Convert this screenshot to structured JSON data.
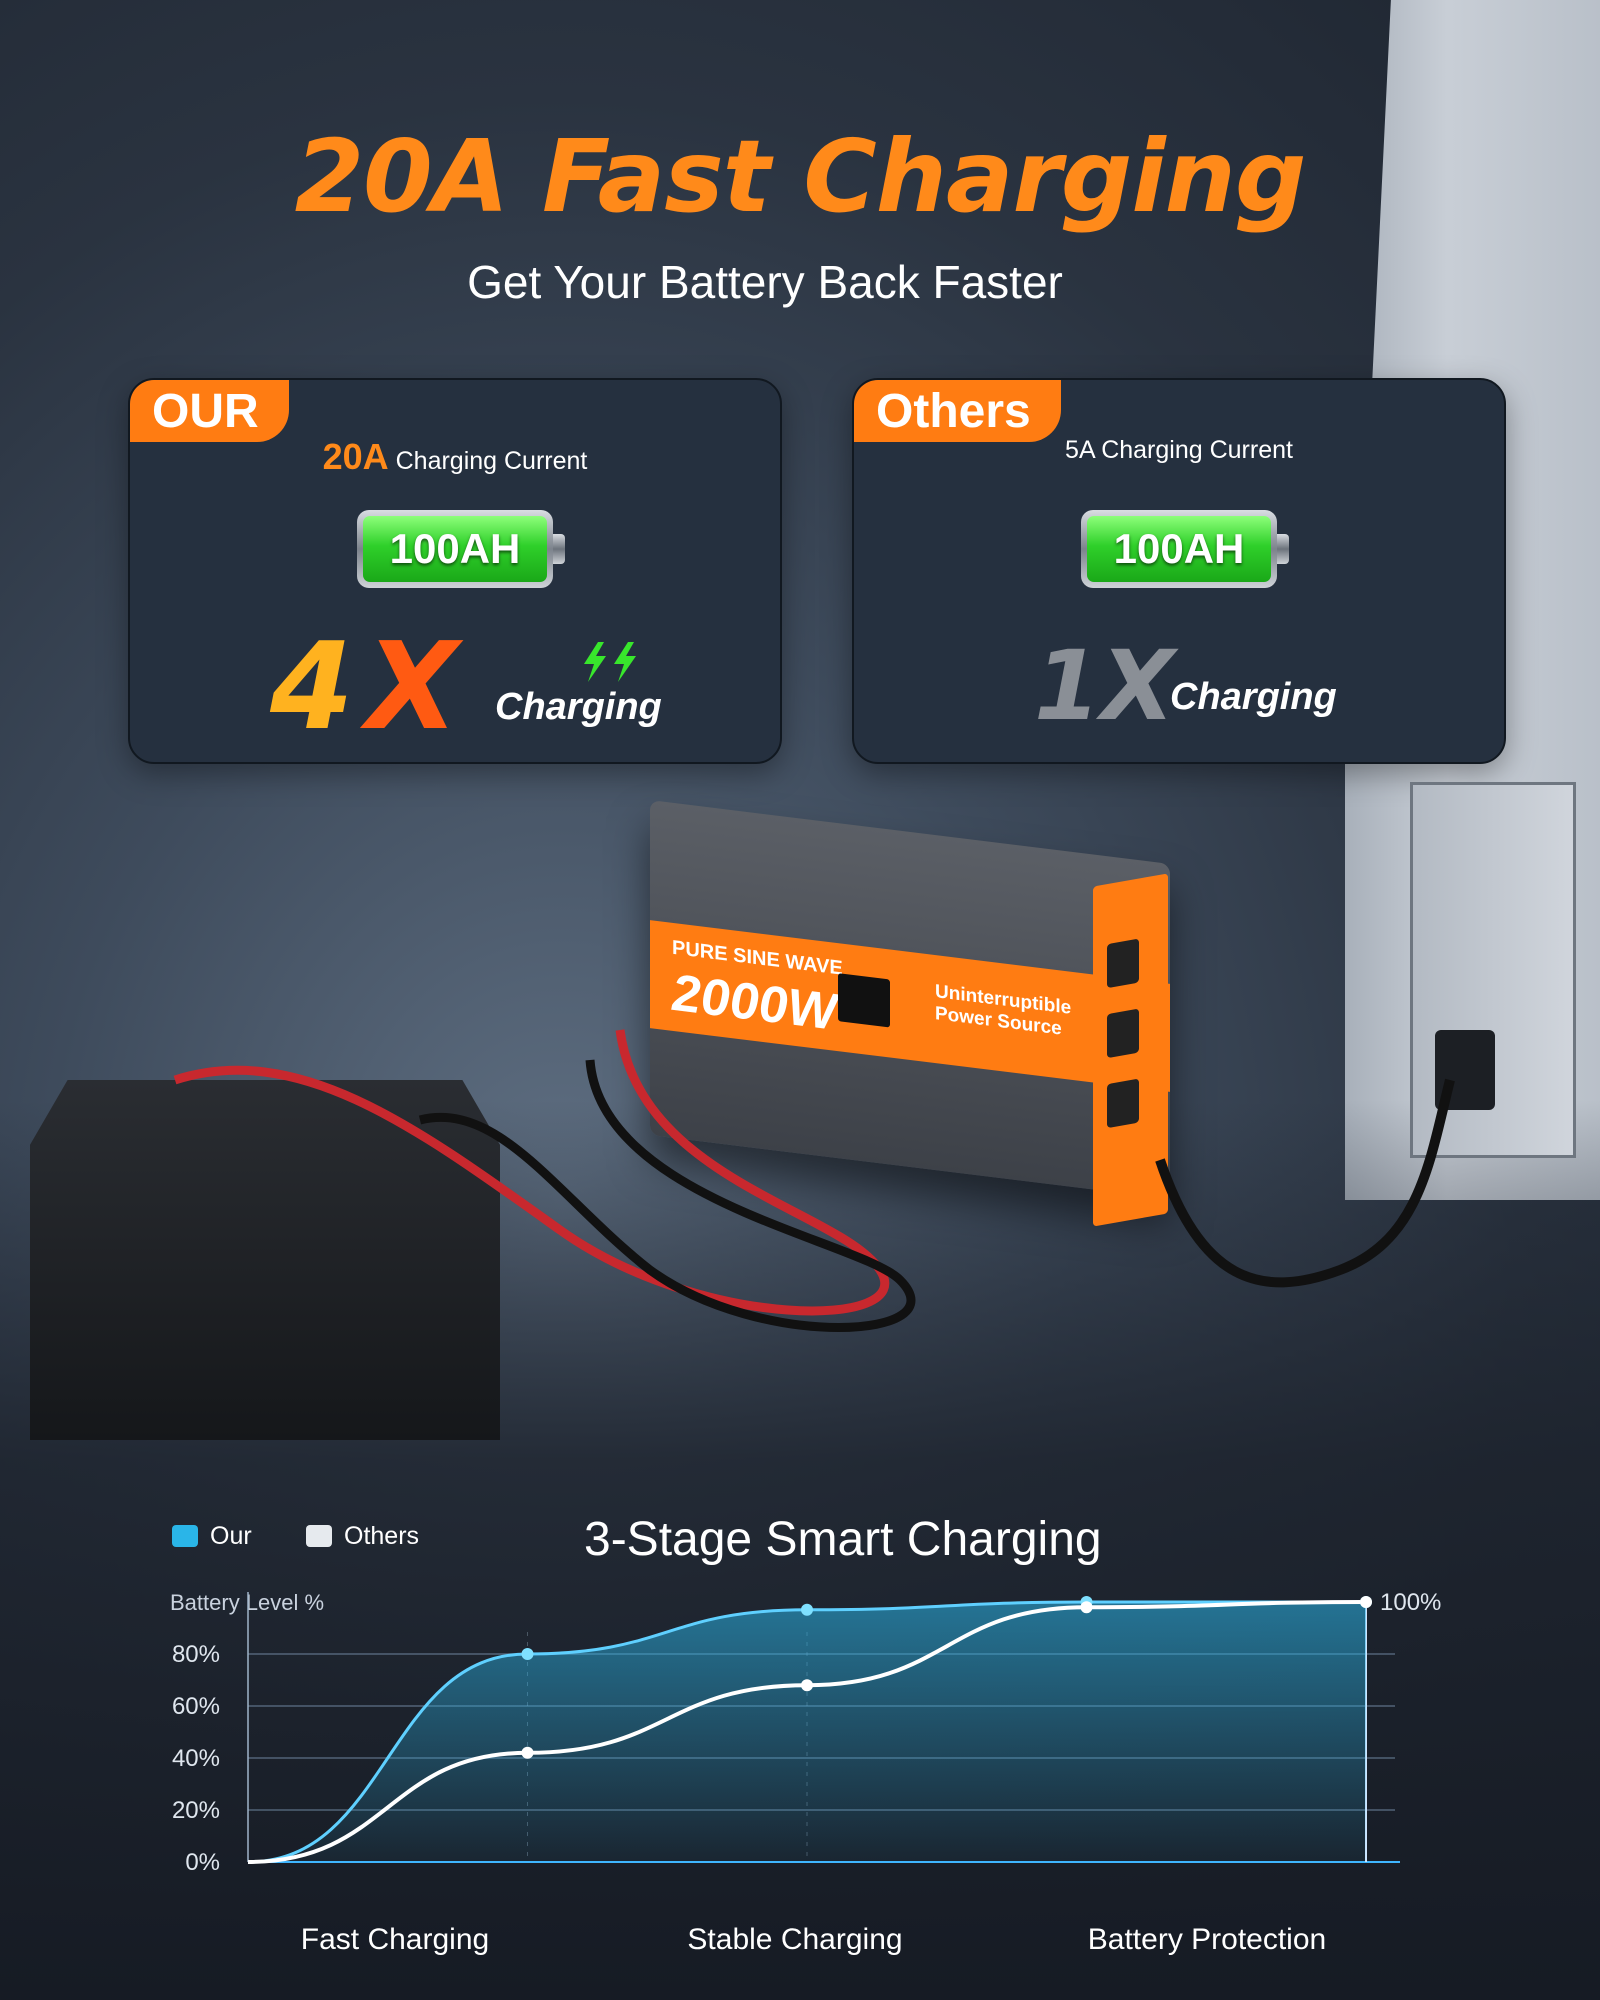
{
  "headline": "20A Fast Charging",
  "subhead": "Get Your Battery Back Faster",
  "comparison": {
    "our": {
      "tag": "OUR",
      "amp": "20A",
      "current_label": "Charging Current",
      "battery_label": "100AH",
      "multiplier_digit": "4",
      "multiplier_x": "X",
      "charging_label": "Charging"
    },
    "others": {
      "tag": "Others",
      "current_label": "5A Charging Current",
      "battery_label": "100AH",
      "multiplier": "1X",
      "charging_label": "Charging"
    }
  },
  "inverter": {
    "line1": "PURE SINE WAVE",
    "watts": "2000W",
    "line3": "Uninterruptible Power Source"
  },
  "colors": {
    "accent_orange": "#ff7c12",
    "our_series": "#2ab5e8",
    "others_series": "#ffffff",
    "battery_green": "#2fd02a"
  },
  "chart_data": {
    "type": "line",
    "title": "3-Stage Smart Charging",
    "ylabel": "Battery Level %",
    "yticks": [
      "0%",
      "20%",
      "40%",
      "60%",
      "80%",
      "100%"
    ],
    "ylim": [
      0,
      100
    ],
    "stages": [
      "Fast Charging",
      "Stable Charging",
      "Battery Protection"
    ],
    "x": [
      0,
      1,
      2,
      3,
      4
    ],
    "series": [
      {
        "name": "Our",
        "values": [
          0,
          80,
          97,
          100,
          100
        ]
      },
      {
        "name": "Others",
        "values": [
          0,
          42,
          68,
          98,
          100
        ]
      }
    ],
    "legend": "top-left"
  }
}
